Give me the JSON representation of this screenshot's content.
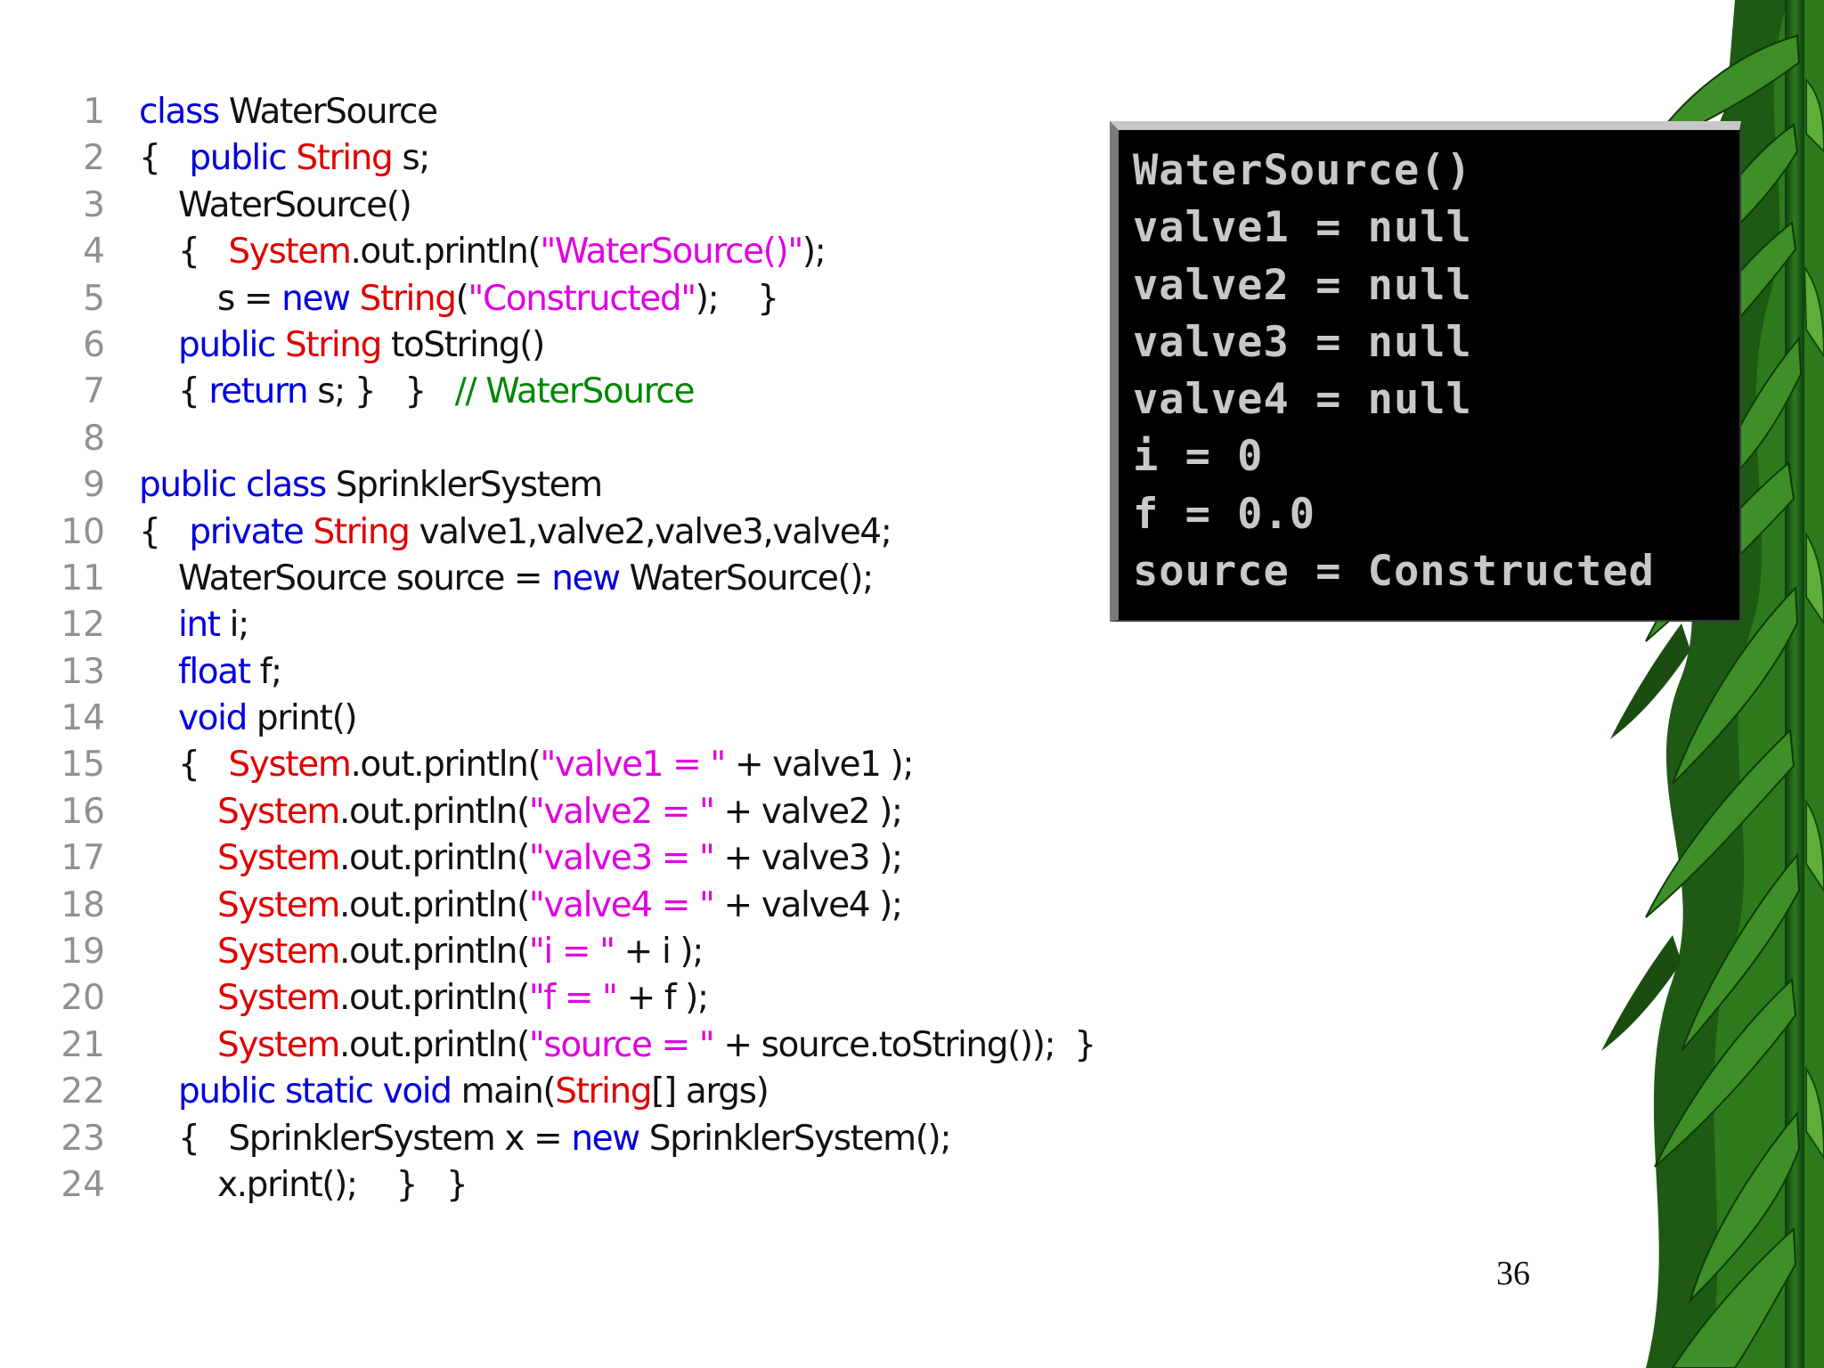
{
  "slide": {
    "page_number": "36",
    "code_lines": [
      {
        "n": "1",
        "tokens": [
          {
            "t": "class",
            "k": "kw"
          },
          {
            "t": " WaterSource",
            "k": "plain"
          }
        ]
      },
      {
        "n": "2",
        "tokens": [
          {
            "t": "{   ",
            "k": "plain"
          },
          {
            "t": "public",
            "k": "kw"
          },
          {
            "t": " ",
            "k": "plain"
          },
          {
            "t": "String",
            "k": "cls"
          },
          {
            "t": " s;",
            "k": "plain"
          }
        ]
      },
      {
        "n": "3",
        "tokens": [
          {
            "t": "    WaterSource()",
            "k": "plain"
          }
        ]
      },
      {
        "n": "4",
        "tokens": [
          {
            "t": "    {   ",
            "k": "plain"
          },
          {
            "t": "System",
            "k": "cls"
          },
          {
            "t": ".out.println(",
            "k": "plain"
          },
          {
            "t": "\"WaterSource()\"",
            "k": "str"
          },
          {
            "t": ");",
            "k": "plain"
          }
        ]
      },
      {
        "n": "5",
        "tokens": [
          {
            "t": "        s = ",
            "k": "plain"
          },
          {
            "t": "new",
            "k": "kw"
          },
          {
            "t": " ",
            "k": "plain"
          },
          {
            "t": "String",
            "k": "cls"
          },
          {
            "t": "(",
            "k": "plain"
          },
          {
            "t": "\"Constructed\"",
            "k": "str"
          },
          {
            "t": ");    }",
            "k": "plain"
          }
        ]
      },
      {
        "n": "6",
        "tokens": [
          {
            "t": "    ",
            "k": "plain"
          },
          {
            "t": "public",
            "k": "kw"
          },
          {
            "t": " ",
            "k": "plain"
          },
          {
            "t": "String",
            "k": "cls"
          },
          {
            "t": " toString()",
            "k": "plain"
          }
        ]
      },
      {
        "n": "7",
        "tokens": [
          {
            "t": "    { ",
            "k": "plain"
          },
          {
            "t": "return",
            "k": "kw"
          },
          {
            "t": " s; }   }   ",
            "k": "plain"
          },
          {
            "t": "// WaterSource",
            "k": "cmt"
          }
        ]
      },
      {
        "n": "8",
        "tokens": []
      },
      {
        "n": "9",
        "tokens": [
          {
            "t": "public",
            "k": "kw"
          },
          {
            "t": " ",
            "k": "plain"
          },
          {
            "t": "class",
            "k": "kw"
          },
          {
            "t": " SprinklerSystem",
            "k": "plain"
          }
        ]
      },
      {
        "n": "10",
        "tokens": [
          {
            "t": "{   ",
            "k": "plain"
          },
          {
            "t": "private",
            "k": "kw"
          },
          {
            "t": " ",
            "k": "plain"
          },
          {
            "t": "String",
            "k": "cls"
          },
          {
            "t": " valve1,valve2,valve3,valve4;",
            "k": "plain"
          }
        ]
      },
      {
        "n": "11",
        "tokens": [
          {
            "t": "    WaterSource source = ",
            "k": "plain"
          },
          {
            "t": "new",
            "k": "kw"
          },
          {
            "t": " WaterSource();",
            "k": "plain"
          }
        ]
      },
      {
        "n": "12",
        "tokens": [
          {
            "t": "    ",
            "k": "plain"
          },
          {
            "t": "int",
            "k": "kw"
          },
          {
            "t": " i;",
            "k": "plain"
          }
        ]
      },
      {
        "n": "13",
        "tokens": [
          {
            "t": "    ",
            "k": "plain"
          },
          {
            "t": "float",
            "k": "kw"
          },
          {
            "t": " f;",
            "k": "plain"
          }
        ]
      },
      {
        "n": "14",
        "tokens": [
          {
            "t": "    ",
            "k": "plain"
          },
          {
            "t": "void",
            "k": "kw"
          },
          {
            "t": " print()",
            "k": "plain"
          }
        ]
      },
      {
        "n": "15",
        "tokens": [
          {
            "t": "    {   ",
            "k": "plain"
          },
          {
            "t": "System",
            "k": "cls"
          },
          {
            "t": ".out.println(",
            "k": "plain"
          },
          {
            "t": "\"valve1 = \"",
            "k": "str"
          },
          {
            "t": " + valve1 );",
            "k": "plain"
          }
        ]
      },
      {
        "n": "16",
        "tokens": [
          {
            "t": "        ",
            "k": "plain"
          },
          {
            "t": "System",
            "k": "cls"
          },
          {
            "t": ".out.println(",
            "k": "plain"
          },
          {
            "t": "\"valve2 = \"",
            "k": "str"
          },
          {
            "t": " + valve2 );",
            "k": "plain"
          }
        ]
      },
      {
        "n": "17",
        "tokens": [
          {
            "t": "        ",
            "k": "plain"
          },
          {
            "t": "System",
            "k": "cls"
          },
          {
            "t": ".out.println(",
            "k": "plain"
          },
          {
            "t": "\"valve3 = \"",
            "k": "str"
          },
          {
            "t": " + valve3 );",
            "k": "plain"
          }
        ]
      },
      {
        "n": "18",
        "tokens": [
          {
            "t": "        ",
            "k": "plain"
          },
          {
            "t": "System",
            "k": "cls"
          },
          {
            "t": ".out.println(",
            "k": "plain"
          },
          {
            "t": "\"valve4 = \"",
            "k": "str"
          },
          {
            "t": " + valve4 );",
            "k": "plain"
          }
        ]
      },
      {
        "n": "19",
        "tokens": [
          {
            "t": "        ",
            "k": "plain"
          },
          {
            "t": "System",
            "k": "cls"
          },
          {
            "t": ".out.println(",
            "k": "plain"
          },
          {
            "t": "\"i = \"",
            "k": "str"
          },
          {
            "t": " + i );",
            "k": "plain"
          }
        ]
      },
      {
        "n": "20",
        "tokens": [
          {
            "t": "        ",
            "k": "plain"
          },
          {
            "t": "System",
            "k": "cls"
          },
          {
            "t": ".out.println(",
            "k": "plain"
          },
          {
            "t": "\"f = \"",
            "k": "str"
          },
          {
            "t": " + f );",
            "k": "plain"
          }
        ]
      },
      {
        "n": "21",
        "tokens": [
          {
            "t": "        ",
            "k": "plain"
          },
          {
            "t": "System",
            "k": "cls"
          },
          {
            "t": ".out.println(",
            "k": "plain"
          },
          {
            "t": "\"source = \"",
            "k": "str"
          },
          {
            "t": " + source.toString());  }",
            "k": "plain"
          }
        ]
      },
      {
        "n": "22",
        "tokens": [
          {
            "t": "    ",
            "k": "plain"
          },
          {
            "t": "public",
            "k": "kw"
          },
          {
            "t": " ",
            "k": "plain"
          },
          {
            "t": "static",
            "k": "kw"
          },
          {
            "t": " ",
            "k": "plain"
          },
          {
            "t": "void",
            "k": "kw"
          },
          {
            "t": " main(",
            "k": "plain"
          },
          {
            "t": "String",
            "k": "cls"
          },
          {
            "t": "[] args)",
            "k": "plain"
          }
        ]
      },
      {
        "n": "23",
        "tokens": [
          {
            "t": "    {   SprinklerSystem x = ",
            "k": "plain"
          },
          {
            "t": "new",
            "k": "kw"
          },
          {
            "t": " SprinklerSystem();",
            "k": "plain"
          }
        ]
      },
      {
        "n": "24",
        "tokens": [
          {
            "t": "        x.print();    }   }",
            "k": "plain"
          }
        ]
      }
    ],
    "console_output": [
      "WaterSource()",
      "valve1 = null",
      "valve2 = null",
      "valve3 = null",
      "valve4 = null",
      "i = 0",
      "f = 0.0",
      "source = Constructed"
    ],
    "colors": {
      "keyword": "#0000dd",
      "class_name": "#e00000",
      "string_literal": "#e000e0",
      "comment": "#008800",
      "console_background": "#000000",
      "console_text": "#c8c8c8"
    },
    "decoration": "bamboo-leaves"
  }
}
